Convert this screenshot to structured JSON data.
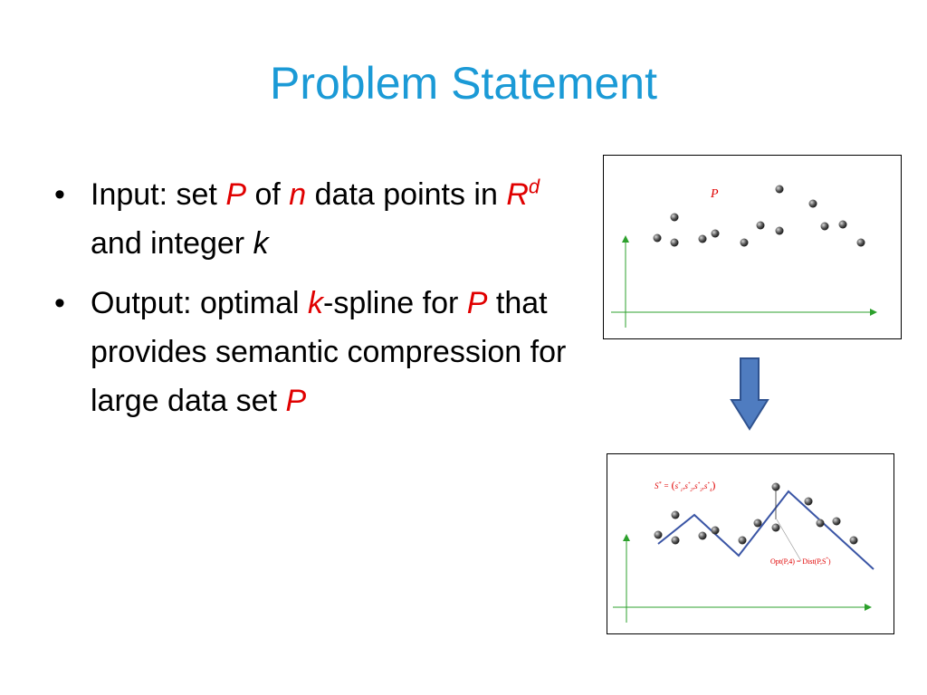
{
  "slide": {
    "title": "Problem Statement",
    "bullet1": {
      "t1": "Input: set ",
      "p1": "P",
      "t2": " of ",
      "n": "n",
      "t3": " data points in ",
      "R": "R",
      "d": "d",
      "t4": " and integer ",
      "k": "k"
    },
    "bullet2": {
      "t1": "Output: optimal ",
      "k": "k",
      "t2": "-spline for ",
      "p1": "P",
      "t3": " that provides semantic compression for large data set ",
      "p2": "P"
    }
  },
  "top_figure": {
    "label": "P"
  },
  "bottom_figure": {
    "formula_lhs": "S",
    "formula_lhs_sup": "*",
    "formula_eq": "=",
    "formula_s": "s",
    "formula_sup": "*",
    "formula_subs": [
      "1",
      "2",
      "3",
      "4"
    ],
    "annotation": "Opt(P,4) = Dist(P,S",
    "annotation_sup": "*",
    "annotation_close": ")"
  },
  "colors": {
    "title": "#1b9ad6",
    "emphasis": "#e00000",
    "axis": "#2ca02c",
    "spline": "#3a55a5",
    "arrow_fill": "#4f7cc0",
    "arrow_stroke": "#2f528f"
  }
}
